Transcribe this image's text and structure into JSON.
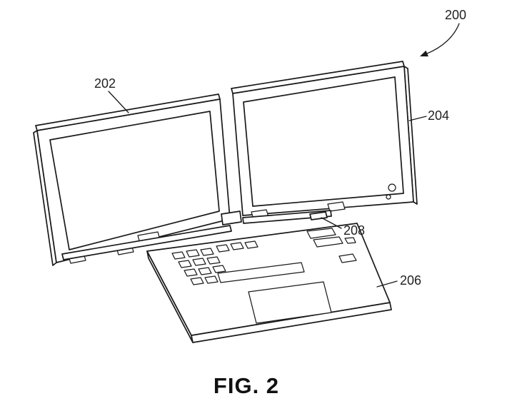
{
  "figure": {
    "caption": "FIG. 2",
    "labels": {
      "overall": "200",
      "left_display": "202",
      "right_display": "204",
      "keyboard_base": "206",
      "hinge": "208"
    }
  },
  "drawing": {
    "stroke": "#1a1a1a",
    "background": "#ffffff",
    "subject": "dual-display laptop patent figure"
  }
}
